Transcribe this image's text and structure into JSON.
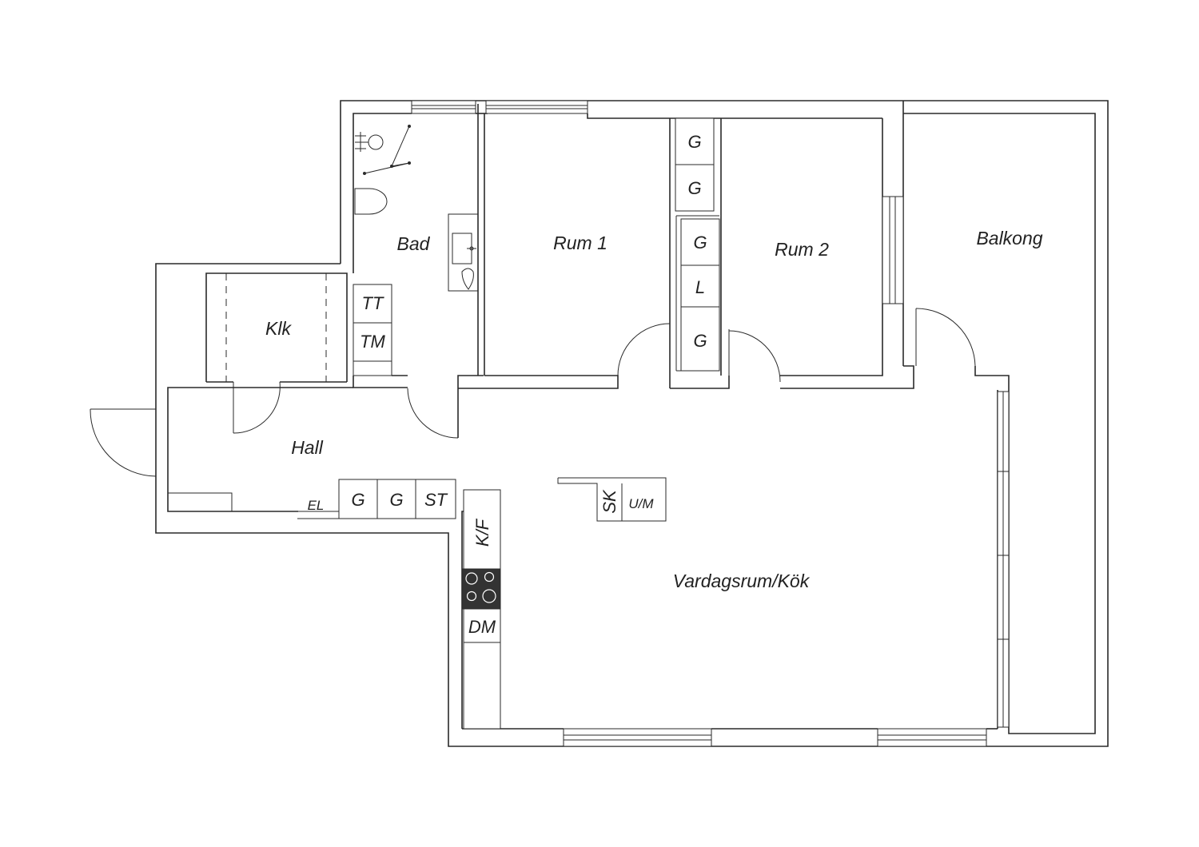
{
  "rooms": {
    "bad": "Bad",
    "rum1": "Rum 1",
    "rum2": "Rum 2",
    "balkong": "Balkong",
    "klk": "Klk",
    "hall": "Hall",
    "vardagsrum": "Vardagsrum/Kök"
  },
  "fixtures": {
    "g": "G",
    "l": "L",
    "tt": "TT",
    "tm": "TM",
    "el": "EL",
    "st": "ST",
    "sk": "SK",
    "um": "U/M",
    "kf": "K/F",
    "dm": "DM"
  }
}
